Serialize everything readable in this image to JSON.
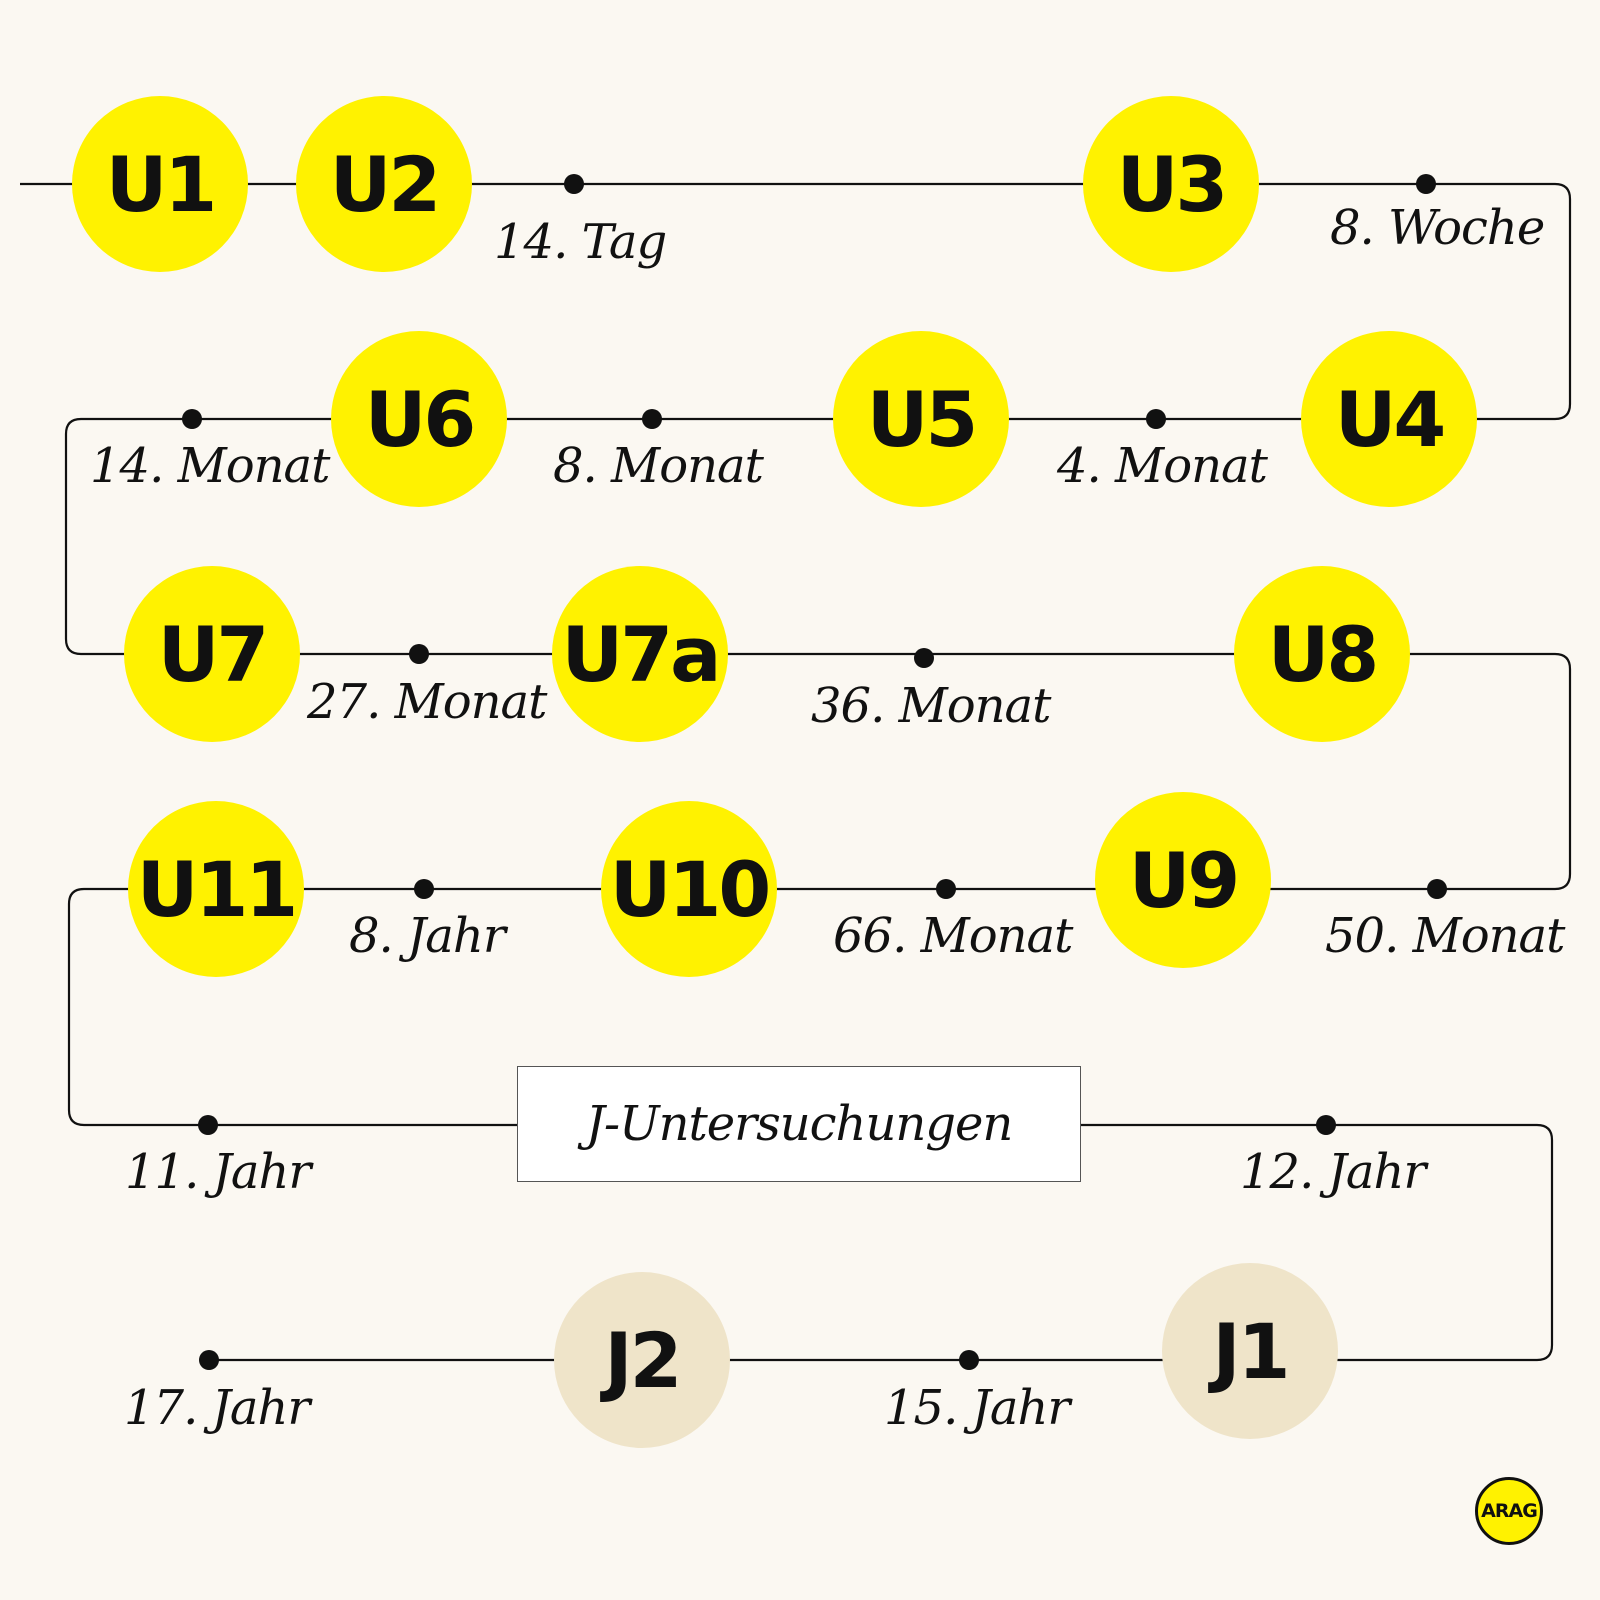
{
  "u_exams": {
    "u1": "U1",
    "u2": "U2",
    "u3": "U3",
    "u4": "U4",
    "u5": "U5",
    "u6": "U6",
    "u7": "U7",
    "u7a": "U7a",
    "u8": "U8",
    "u9": "U9",
    "u10": "U10",
    "u11": "U11"
  },
  "j_exams": {
    "j1": "J1",
    "j2": "J2"
  },
  "ages": {
    "tag14": "14. Tag",
    "woche8": "8. Woche",
    "monat4": "4. Monat",
    "monat8": "8. Monat",
    "monat14": "14. Monat",
    "monat27": "27. Monat",
    "monat36": "36. Monat",
    "monat50": "50. Monat",
    "monat66": "66. Monat",
    "jahr8": "8. Jahr",
    "jahr11": "11. Jahr",
    "jahr12": "12. Jahr",
    "jahr15": "15. Jahr",
    "jahr17": "17. Jahr"
  },
  "section_label": "J-Untersuchungen",
  "logo_text": "ARAG",
  "colors": {
    "u_circle": "#fff200",
    "j_circle": "#efe4c9",
    "line": "#111111",
    "background": "#fbf8f2"
  }
}
